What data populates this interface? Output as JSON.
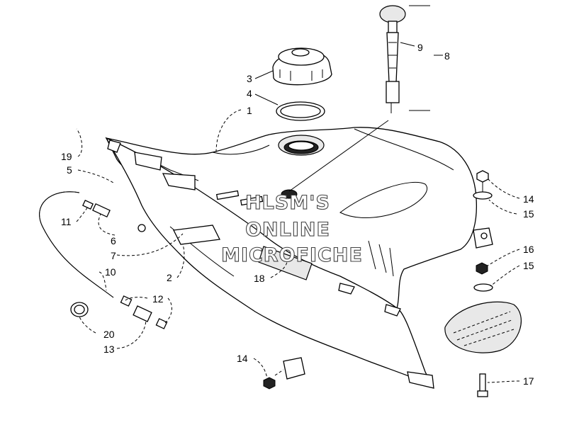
{
  "callouts": {
    "c1": "1",
    "c2": "2",
    "c3": "3",
    "c4": "4",
    "c5": "5",
    "c6": "6",
    "c7": "7",
    "c8": "8",
    "c9": "9",
    "c10": "10",
    "c11": "11",
    "c12": "12",
    "c13": "13",
    "c14a": "14",
    "c14b": "14",
    "c15a": "15",
    "c15b": "15",
    "c16": "16",
    "c17": "17",
    "c18": "18",
    "c19": "19",
    "c20": "20"
  },
  "watermark": {
    "line1": "HLSM'S",
    "line2": "ONLINE",
    "line3": "MICROFICHE"
  }
}
